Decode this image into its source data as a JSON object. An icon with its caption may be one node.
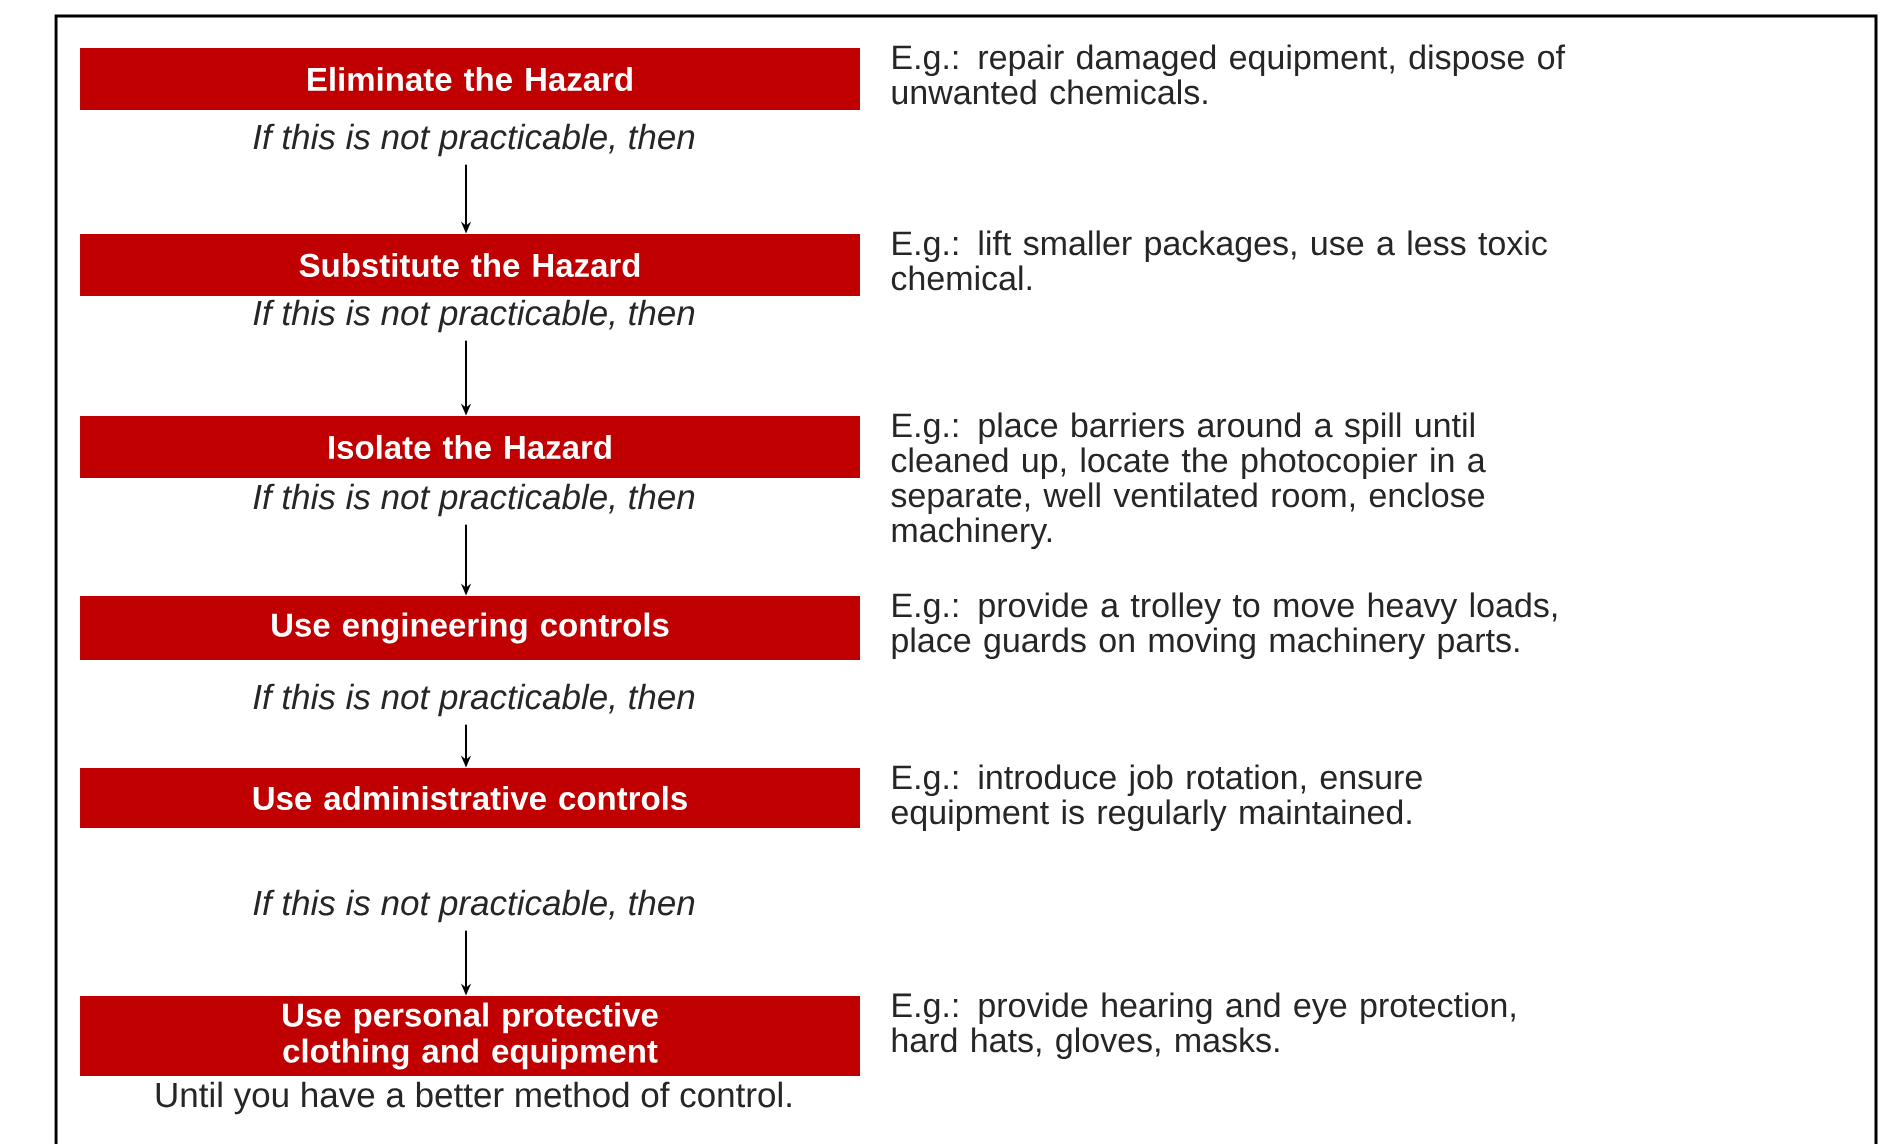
{
  "diagram": {
    "nodes": [
      {
        "text": [
          "Eliminate the Hazard"
        ],
        "beside": [
          "E.g.: repair damaged equipment, dispose of unwanted chemicals.",
          "If this is not practicable, then"
        ]
      },
      {
        "text": [
          "Substitute the Hazard"
        ],
        "beside": [
          "E.g.: lift smaller packages, use a less toxic chemical.",
          "If this is not practicable, then"
        ]
      },
      {
        "text": [
          "Isolate the Hazard"
        ],
        "beside": [
          "E.g.:  place barriers around a spill until cleaned up, locate the photocopier in a separate, well ventilated room, enclose machinery.",
          "If this is not practicable, then"
        ]
      },
      {
        "text": [
          "Use engineering controls"
        ],
        "beside": [
          "E.g.: provide a trolley to move heavy loads, place guards on moving machinery parts.",
          "If this is not practicable, then"
        ]
      },
      {
        "text": [
          "Use administrative controls"
        ],
        "beside": [
          "E.g.: introduce job rotation, ensure equipment is regularly maintained.",
          "If this is not practicable, then"
        ]
      },
      {
        "text": [
          "Use personal protective clothing and equipment"
        ],
        "beside": [
          "E.g.: provide hearing and eye protection, hard hats, gloves, masks.",
          "Until you have a better method of control."
        ]
      }
    ],
    "edges": [
      {
        "from": 0,
        "to": 1,
        "arrow": "to"
      },
      {
        "from": 1,
        "to": 2,
        "arrow": "to"
      },
      {
        "from": 2,
        "to": 3,
        "arrow": "to"
      },
      {
        "from": 3,
        "to": 4,
        "arrow": "to"
      },
      {
        "from": 4,
        "to": 5,
        "arrow": "to"
      }
    ]
  }
}
